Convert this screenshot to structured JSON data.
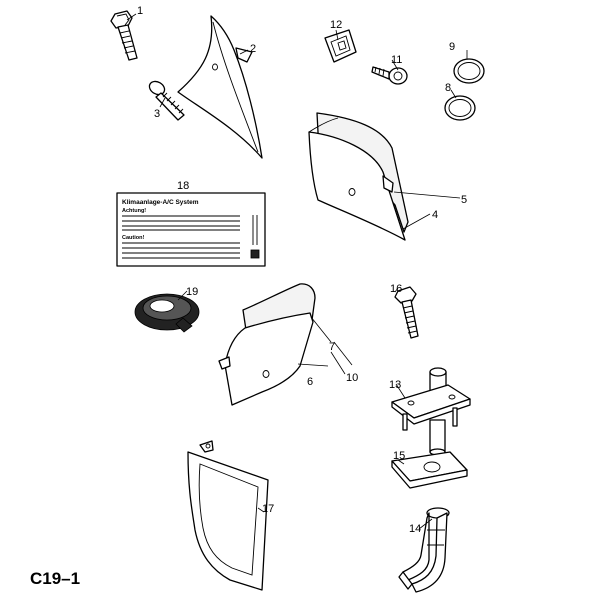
{
  "diagram_code": "C19–1",
  "callouts": {
    "c1": "1",
    "c2": "2",
    "c3": "3",
    "c4": "4",
    "c5": "5",
    "c6": "6",
    "c7": "7",
    "c8": "8",
    "c9": "9",
    "c10": "10",
    "c11": "11",
    "c12": "12",
    "c13": "13",
    "c14": "14",
    "c15": "15",
    "c16": "16",
    "c17": "17",
    "c18": "18",
    "c19": "19"
  },
  "label_18": {
    "title": "Klimaanlage-A/C System",
    "achtung": "Achtung!",
    "caution": "Caution!"
  }
}
